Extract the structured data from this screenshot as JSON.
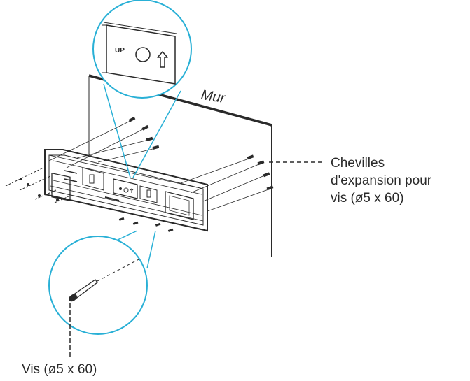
{
  "labels": {
    "wall": "Mur",
    "anchors_line1": "Chevilles",
    "anchors_line2": "d'expansion pour",
    "anchors_line3": "vis (ø5 x 60)",
    "screw": "Vis (ø5 x 60)",
    "up_marking": "UP"
  },
  "colors": {
    "ink": "#2a2a2a",
    "detail_circle": "#29b0d6",
    "background": "#ffffff"
  },
  "icons": {
    "up_arrow": "up-arrow-icon",
    "hole": "circle-hole-icon"
  }
}
